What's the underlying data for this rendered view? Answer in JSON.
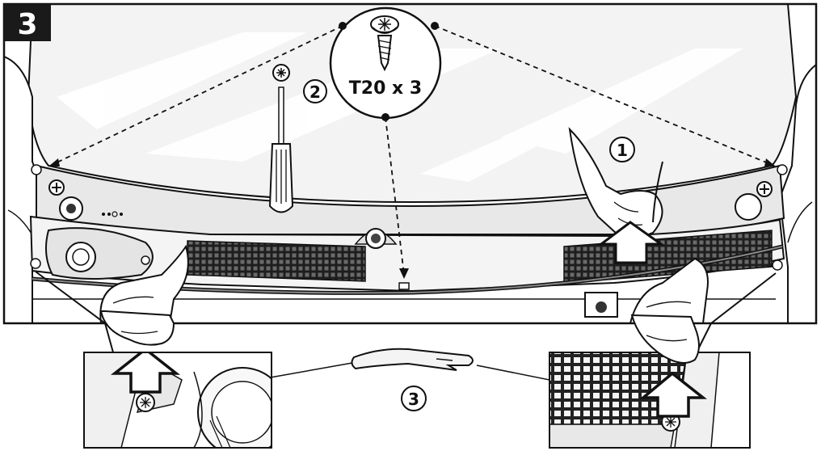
{
  "step": {
    "number": "3"
  },
  "screw": {
    "spec": "T20 x 3"
  },
  "callouts": {
    "one": "1",
    "two": "2",
    "three": "3"
  },
  "colors": {
    "ink": "#111111",
    "panel_fill": "#f2f2f2",
    "body_fill": "#e6e6e6",
    "mesh": "#2a2a2a",
    "step_badge": "#1a1a1a"
  },
  "icons": {
    "screw": "torx-screw-icon",
    "screwdriver": "screwdriver-icon",
    "hand": "hand-icon",
    "arrow": "up-arrow-icon",
    "tool": "trim-removal-tool-icon"
  }
}
